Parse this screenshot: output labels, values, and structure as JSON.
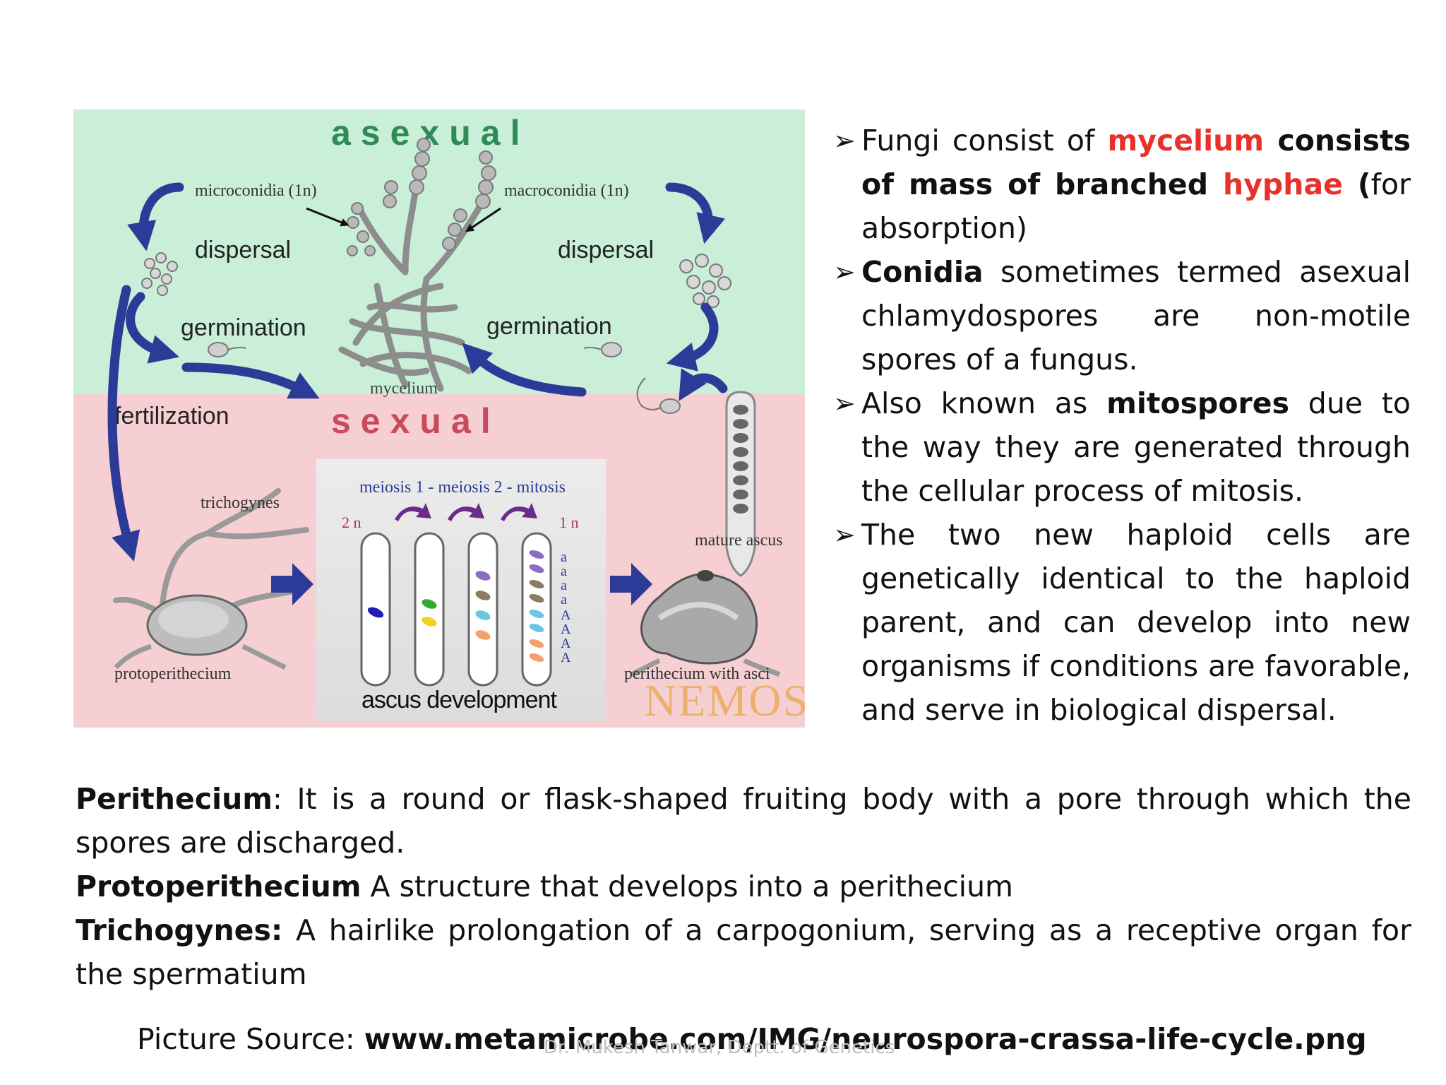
{
  "diagram": {
    "label_asexual": "asexual",
    "label_sexual": "sexual",
    "label_microconidia": "microconidia (1n)",
    "label_macroconidia": "macroconidia (1n)",
    "label_dispersal_left": "dispersal",
    "label_dispersal_right": "dispersal",
    "label_germination_left": "germination",
    "label_germination_right": "germination",
    "label_mycelium": "mycelium",
    "label_fertilization": "fertilization",
    "label_trichogynes": "trichogynes",
    "label_meiosis": "meiosis 1 - meiosis 2 - mitosis",
    "label_2n": "2 n",
    "label_1n": "1 n",
    "label_mature_ascus": "mature ascus",
    "label_protoperithecium": "protoperithecium",
    "label_perithecium_asci": "perithecium with asci",
    "label_ascus_development": "ascus development",
    "label_watermark": "NEMOSE",
    "spore_letters": [
      "a",
      "a",
      "a",
      "a",
      "A",
      "A",
      "A",
      "A"
    ],
    "colors": {
      "asexual_bg": "#c9efd8",
      "sexual_bg": "#f6cfd3",
      "arrow": "#2c3b97",
      "asexual_title": "#2e8b57",
      "sexual_title": "#c94a5e"
    }
  },
  "bullets": [
    {
      "segments": [
        {
          "text": "Fungi consist of ",
          "style": "normal"
        },
        {
          "text": "mycelium",
          "style": "red"
        },
        {
          "text": " consists of mass of branched ",
          "style": "bold"
        },
        {
          "text": "hyphae",
          "style": "red"
        },
        {
          "text": " (",
          "style": "bold"
        },
        {
          "text": "for absorption)",
          "style": "normal"
        }
      ]
    },
    {
      "segments": [
        {
          "text": "Conidia",
          "style": "bold"
        },
        {
          "text": " sometimes termed asexual chlamydospores are non-motile spores of a fungus.",
          "style": "normal"
        }
      ]
    },
    {
      "segments": [
        {
          "text": "Also known as ",
          "style": "normal"
        },
        {
          "text": "mitospores",
          "style": "bold"
        },
        {
          "text": " due to the way they are generated through the cellular process of mitosis.",
          "style": "normal"
        }
      ]
    },
    {
      "segments": [
        {
          "text": "The two new haploid cells are genetically identical to the haploid parent, and can develop into new organisms if conditions are favorable, and serve in biological dispersal.",
          "style": "normal"
        }
      ]
    }
  ],
  "definitions": [
    {
      "term": "Perithecium",
      "text": ": It is a round or flask-shaped fruiting body with a pore through which the spores are discharged."
    },
    {
      "term": "Protoperithecium",
      "text": " A structure that develops into a perithecium"
    },
    {
      "term": "Trichogynes:",
      "text": " A hairlike prolongation of a carpogonium, serving as a receptive organ for the spermatium"
    }
  ],
  "source": {
    "label": "Picture Source: ",
    "url": "www.metamicrobe.com/IMG/neurospora-crassa-life-cycle.png"
  },
  "footer": "Dr. Mukesh Tanwar, Deptt. of Genetics"
}
